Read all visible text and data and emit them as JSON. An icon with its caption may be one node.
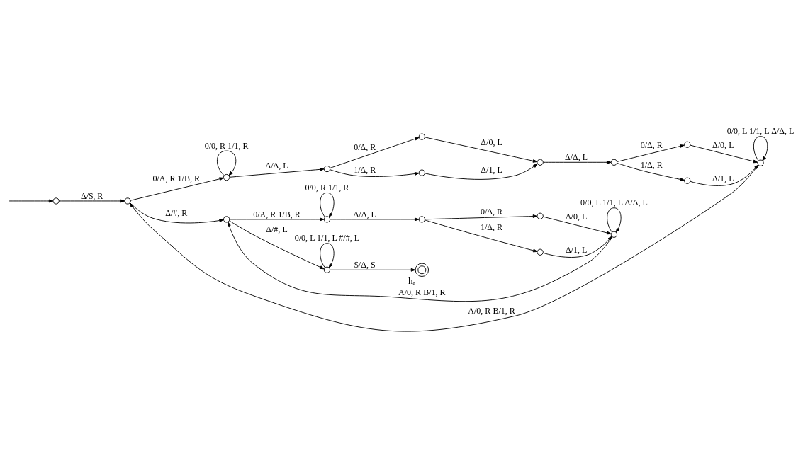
{
  "diagram": {
    "nodes": [
      {
        "text": [],
        "shape": "circle"
      },
      {
        "text": [],
        "shape": "circle"
      },
      {
        "text": [],
        "shape": "circle"
      },
      {
        "text": [],
        "shape": "circle"
      },
      {
        "text": [],
        "shape": "circle"
      },
      {
        "text": [],
        "shape": "circle"
      },
      {
        "text": [],
        "shape": "circle"
      },
      {
        "text": [],
        "shape": "circle"
      },
      {
        "text": [],
        "shape": "circle"
      },
      {
        "text": [],
        "shape": "circle"
      },
      {
        "text": [],
        "shape": "circle"
      },
      {
        "text": [],
        "shape": "circle"
      },
      {
        "text": [],
        "shape": "circle"
      },
      {
        "text": [],
        "shape": "circle"
      },
      {
        "text": [],
        "shape": "circle"
      },
      {
        "text": [],
        "shape": "circle"
      },
      {
        "text": [],
        "shape": "circle"
      },
      {
        "text": [],
        "shape": "circle"
      },
      {
        "text": [],
        "shape": "circle",
        "beside": [
          "hₐ"
        ]
      }
    ],
    "edges": [
      {
        "from": null,
        "to": 0,
        "arrow": "to"
      },
      {
        "from": 0,
        "to": 1,
        "arrow": "to",
        "label": "Δ/$, R"
      },
      {
        "from": 1,
        "to": 2,
        "arrow": "to",
        "label": "0/A, R 1/B, R"
      },
      {
        "from": 2,
        "to": 2,
        "arrow": "to",
        "label": "0/0, R 1/1, R"
      },
      {
        "from": 2,
        "to": 3,
        "arrow": "to",
        "label": "Δ/Δ, L"
      },
      {
        "from": 3,
        "to": 4,
        "arrow": "to",
        "label": "0/Δ, R"
      },
      {
        "from": 3,
        "to": 5,
        "arrow": "to",
        "label": "1/Δ, R"
      },
      {
        "from": 4,
        "to": 6,
        "arrow": "to",
        "label": "Δ/0, L"
      },
      {
        "from": 5,
        "to": 6,
        "arrow": "to",
        "label": "Δ/1, L"
      },
      {
        "from": 6,
        "to": 7,
        "arrow": "to",
        "label": "Δ/Δ, L"
      },
      {
        "from": 7,
        "to": 8,
        "arrow": "to",
        "label": "0/Δ, R"
      },
      {
        "from": 7,
        "to": 9,
        "arrow": "to",
        "label": "1/Δ, R"
      },
      {
        "from": 8,
        "to": 10,
        "arrow": "to",
        "label": "Δ/0, L"
      },
      {
        "from": 9,
        "to": 10,
        "arrow": "to",
        "label": "Δ/1, L"
      },
      {
        "from": 10,
        "to": 10,
        "arrow": "to",
        "label": "0/0, L 1/1, L Δ/Δ, L"
      },
      {
        "from": 10,
        "to": 1,
        "arrow": "to",
        "label": "A/0, R B/1, R"
      },
      {
        "from": 1,
        "to": 11,
        "arrow": "to",
        "label": "Δ/#, R"
      },
      {
        "from": 11,
        "to": 12,
        "arrow": "to",
        "label": "0/A, R 1/B, R"
      },
      {
        "from": 12,
        "to": 12,
        "arrow": "to",
        "label": "0/0, R 1/1, R"
      },
      {
        "from": 12,
        "to": 13,
        "arrow": "to",
        "label": "Δ/Δ, L"
      },
      {
        "from": 13,
        "to": 14,
        "arrow": "to",
        "label": "0/Δ, R"
      },
      {
        "from": 13,
        "to": 15,
        "arrow": "to",
        "label": "1/Δ, R"
      },
      {
        "from": 14,
        "to": 16,
        "arrow": "to",
        "label": "Δ/0, L"
      },
      {
        "from": 15,
        "to": 16,
        "arrow": "to",
        "label": "Δ/1, L"
      },
      {
        "from": 16,
        "to": 16,
        "arrow": "to",
        "label": "0/0, L 1/1, L Δ/Δ, L"
      },
      {
        "from": 16,
        "to": 11,
        "arrow": "to",
        "label": "A/0, R B/1, R"
      },
      {
        "from": 11,
        "to": 17,
        "arrow": "to",
        "label": "Δ/#, L"
      },
      {
        "from": 17,
        "to": 17,
        "arrow": "to",
        "label": "0/0, L 1/1, L #/#, L"
      },
      {
        "from": 17,
        "to": 18,
        "arrow": "to",
        "label": "$/Δ, S"
      }
    ]
  }
}
